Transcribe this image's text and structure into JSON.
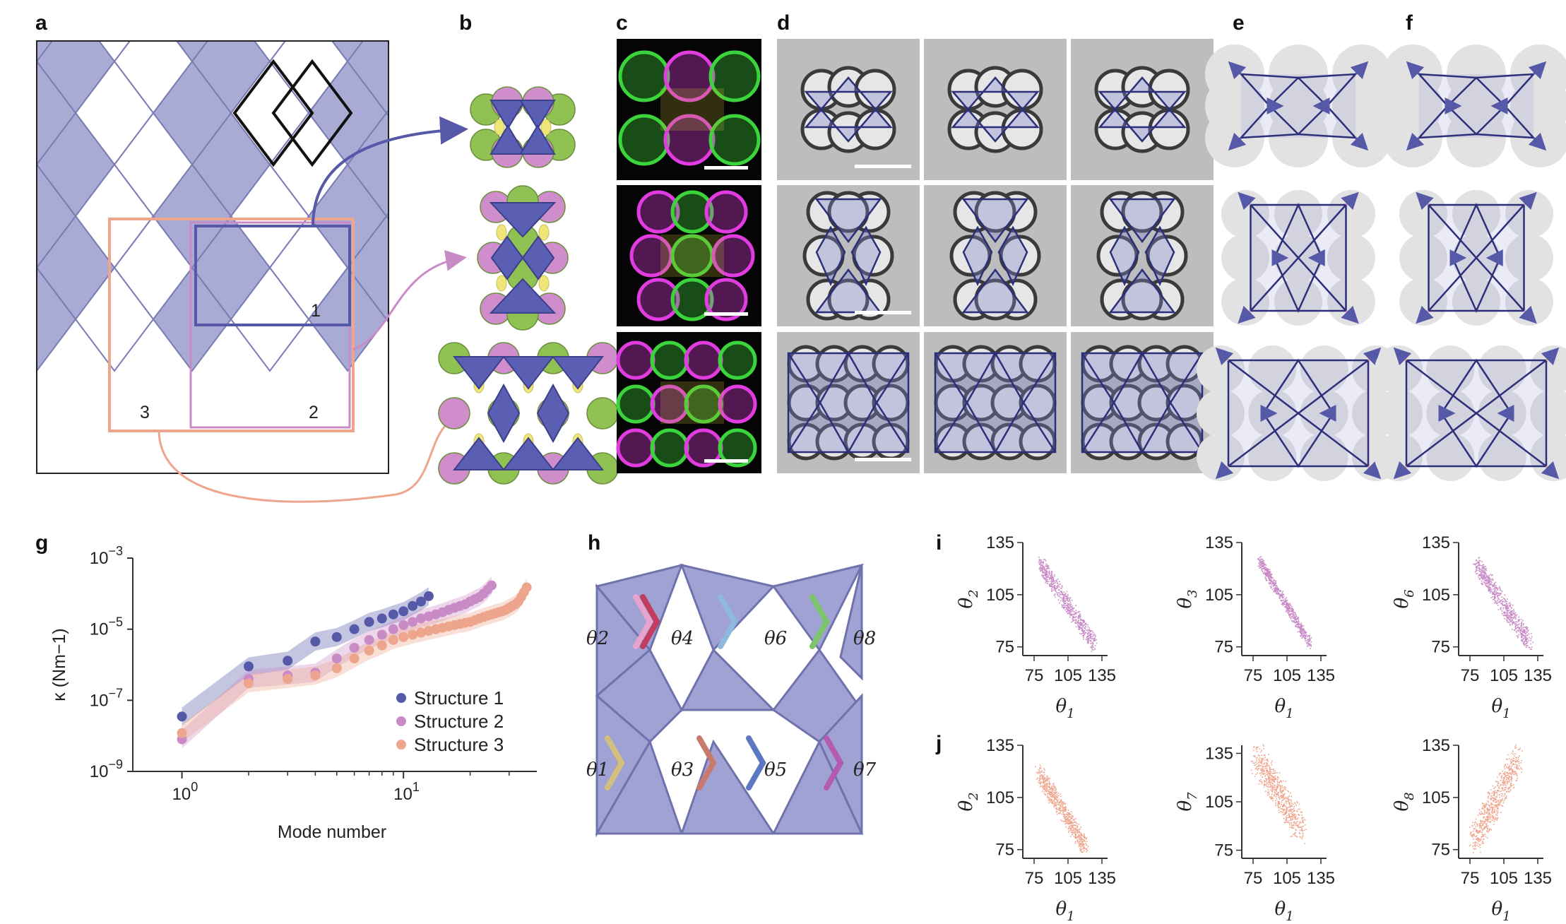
{
  "panels": {
    "a": "a",
    "b": "b",
    "c": "c",
    "d": "d",
    "e": "e",
    "f": "f",
    "g": "g",
    "h": "h",
    "i": "i",
    "j": "j"
  },
  "panel_a": {
    "region_labels": [
      "1",
      "2",
      "3"
    ]
  },
  "colors": {
    "lattice_fill": "#a9abd5",
    "lattice_edge": "#7a7db3",
    "structure1": "#5559a8",
    "structure2": "#c98bc6",
    "structure3": "#eea58d",
    "green_droplet": "#8fc252",
    "magenta_droplet": "#cf8ecb",
    "yellow_link": "#efe67a"
  },
  "chart_data": [
    {
      "type": "scatter",
      "panel": "g",
      "xlabel": "Mode number",
      "ylabel": "κ (Nm−1)",
      "xscale": "log",
      "yscale": "log",
      "xlim": [
        0.6,
        40
      ],
      "ylim": [
        1e-09,
        0.001
      ],
      "xticks": [
        "10^0",
        "10^1"
      ],
      "yticks": [
        "10^-9",
        "10^-7",
        "10^-5",
        "10^-3"
      ],
      "legend_position": "right",
      "series": [
        {
          "name": "Structure 1",
          "color": "#5559a8",
          "x": [
            1,
            2,
            3,
            4,
            5,
            6,
            7,
            8,
            9,
            10,
            11,
            12,
            13
          ],
          "y": [
            3.5e-08,
            9e-07,
            1.3e-06,
            4.5e-06,
            6e-06,
            1e-05,
            1.6e-05,
            2e-05,
            2.6e-05,
            3.2e-05,
            4.5e-05,
            6e-05,
            8.5e-05
          ]
        },
        {
          "name": "Structure 2",
          "color": "#c98bc6",
          "x": [
            1,
            2,
            3,
            4,
            5,
            6,
            7,
            8,
            9,
            10,
            11,
            12,
            13,
            14,
            15,
            16,
            17,
            18,
            19,
            20,
            21,
            22,
            23,
            24,
            25
          ],
          "y": [
            8e-09,
            4e-07,
            5e-07,
            6e-07,
            1.5e-06,
            3e-06,
            5e-06,
            7e-06,
            1e-05,
            1.3e-05,
            1.6e-05,
            2e-05,
            2.3e-05,
            2.6e-05,
            3e-05,
            3.5e-05,
            4e-05,
            4.5e-05,
            5e-05,
            6e-05,
            7e-05,
            8e-05,
            0.0001,
            0.00013,
            0.00017
          ]
        },
        {
          "name": "Structure 3",
          "color": "#eea58d",
          "x": [
            1,
            2,
            3,
            4,
            5,
            6,
            7,
            8,
            9,
            10,
            11,
            12,
            13,
            14,
            15,
            16,
            17,
            18,
            19,
            20,
            21,
            22,
            23,
            24,
            25,
            26,
            27,
            28,
            29,
            30,
            31,
            32,
            33,
            34,
            35,
            36
          ],
          "y": [
            1.2e-08,
            3e-07,
            4e-07,
            5e-07,
            8e-07,
            1.5e-06,
            2.5e-06,
            3.5e-06,
            5e-06,
            6e-06,
            7e-06,
            8e-06,
            9e-06,
            1e-05,
            1.1e-05,
            1.2e-05,
            1.3e-05,
            1.4e-05,
            1.5e-05,
            1.6e-05,
            1.8e-05,
            2e-05,
            2.2e-05,
            2.4e-05,
            2.6e-05,
            2.8e-05,
            3e-05,
            3.2e-05,
            3.5e-05,
            4e-05,
            4.5e-05,
            5e-05,
            6e-05,
            8e-05,
            0.00011,
            0.00015
          ]
        }
      ]
    },
    {
      "type": "scatter",
      "panel": "i",
      "row": 1,
      "col": 1,
      "xlabel": "θ1",
      "ylabel": "θ2",
      "xlim": [
        65,
        140
      ],
      "ylim": [
        70,
        135
      ],
      "xticks": [
        75,
        105,
        135
      ],
      "yticks": [
        75,
        105,
        135
      ],
      "color": "#c98bc6",
      "trend": {
        "from": [
          80,
          123
        ],
        "to": [
          128,
          77
        ],
        "spread": 4.5
      }
    },
    {
      "type": "scatter",
      "panel": "i",
      "row": 1,
      "col": 2,
      "xlabel": "θ1",
      "ylabel": "θ3",
      "xlim": [
        65,
        140
      ],
      "ylim": [
        70,
        135
      ],
      "xticks": [
        75,
        105,
        135
      ],
      "yticks": [
        75,
        105,
        135
      ],
      "color": "#c98bc6",
      "trend": {
        "from": [
          80,
          125
        ],
        "to": [
          125,
          77
        ],
        "spread": 3
      }
    },
    {
      "type": "scatter",
      "panel": "i",
      "row": 1,
      "col": 3,
      "xlabel": "θ1",
      "ylabel": "θ6",
      "xlim": [
        65,
        140
      ],
      "ylim": [
        70,
        135
      ],
      "xticks": [
        75,
        105,
        135
      ],
      "yticks": [
        75,
        105,
        135
      ],
      "color": "#c98bc6",
      "trend": {
        "from": [
          80,
          123
        ],
        "to": [
          128,
          77
        ],
        "spread": 5
      }
    },
    {
      "type": "scatter",
      "panel": "j",
      "row": 2,
      "col": 1,
      "xlabel": "θ1",
      "ylabel": "θ2",
      "xlim": [
        65,
        140
      ],
      "ylim": [
        70,
        135
      ],
      "xticks": [
        75,
        105,
        135
      ],
      "yticks": [
        75,
        105,
        135
      ],
      "color": "#eea58d",
      "trend": {
        "from": [
          78,
          120
        ],
        "to": [
          120,
          77
        ],
        "spread": 5
      }
    },
    {
      "type": "scatter",
      "panel": "j",
      "row": 2,
      "col": 2,
      "xlabel": "θ1",
      "ylabel": "θ7",
      "xlim": [
        65,
        140
      ],
      "ylim": [
        70,
        140
      ],
      "xticks": [
        75,
        105,
        135
      ],
      "yticks": [
        75,
        105,
        135
      ],
      "color": "#eea58d",
      "trend": {
        "from": [
          78,
          133
        ],
        "to": [
          117,
          88
        ],
        "spread": 9
      }
    },
    {
      "type": "scatter",
      "panel": "j",
      "row": 2,
      "col": 3,
      "xlabel": "θ1",
      "ylabel": "θ8",
      "xlim": [
        65,
        140
      ],
      "ylim": [
        70,
        135
      ],
      "xticks": [
        75,
        105,
        135
      ],
      "yticks": [
        75,
        105,
        135
      ],
      "color": "#eea58d",
      "trend": {
        "from": [
          78,
          80
        ],
        "to": [
          117,
          128
        ],
        "spread": 8
      }
    }
  ],
  "panel_h": {
    "angle_labels": [
      "θ2",
      "θ4",
      "θ6",
      "θ8",
      "θ1",
      "θ3",
      "θ5",
      "θ7"
    ]
  }
}
